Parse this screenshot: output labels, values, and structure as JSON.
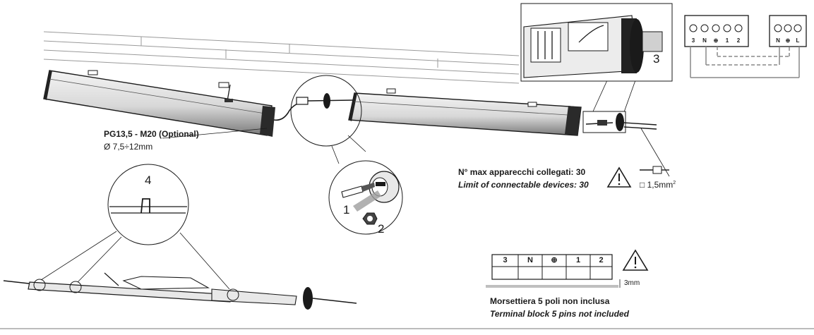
{
  "gland_label": {
    "title": "PG13,5 - M20 (Optional)",
    "diameter": "Ø 7,5÷12mm"
  },
  "connected_devices": {
    "it": "N° max apparecchi collegati: 30",
    "en": "Limit of connectable devices: 30"
  },
  "cable_section": {
    "prefix": "□",
    "value": "1,5mm",
    "superscript": "2"
  },
  "terminal_block": {
    "cells": [
      "3",
      "N",
      "⊕",
      "1",
      "2"
    ],
    "gap_label": "3mm",
    "it": "Morsettiera 5 poli non inclusa",
    "en": "Terminal block 5 pins not included"
  },
  "callouts": {
    "step1": "1",
    "step2": "2",
    "step3": "3",
    "step4": "4"
  },
  "wiring_terminals": {
    "left": [
      "3",
      "N",
      "⊕",
      "1",
      "2"
    ],
    "right": [
      "N",
      "⊕",
      "L"
    ]
  },
  "icons": [
    "warning-icon",
    "ferrule-icon",
    "screwdriver-icon",
    "cable-gland-icon"
  ]
}
